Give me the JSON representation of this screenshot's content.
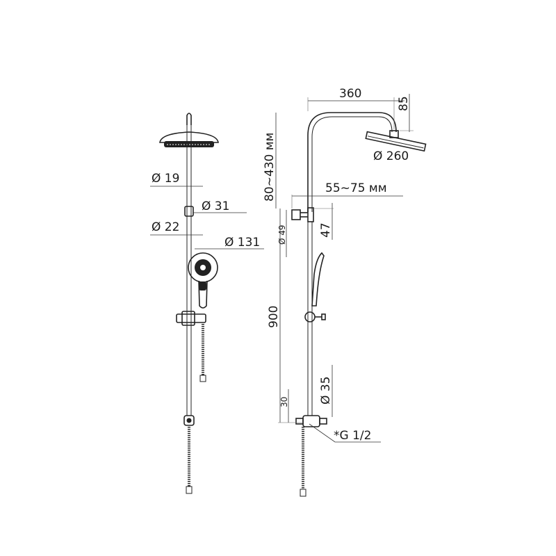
{
  "front": {
    "d_rail_top": "Ø 19",
    "d_holder": "Ø 31",
    "d_rail_low": "Ø 22",
    "d_handshower": "Ø 131"
  },
  "side": {
    "arm_length": "360",
    "head_drop": "85",
    "head_diameter": "Ø 260",
    "height_adjust": "80~430 мм",
    "wall_offset": "55~75 мм",
    "d_49": "Ø 49",
    "d_47": "47",
    "total_height": "900",
    "d_35": "Ø 35",
    "d_30": "30",
    "thread": "*G 1/2"
  }
}
